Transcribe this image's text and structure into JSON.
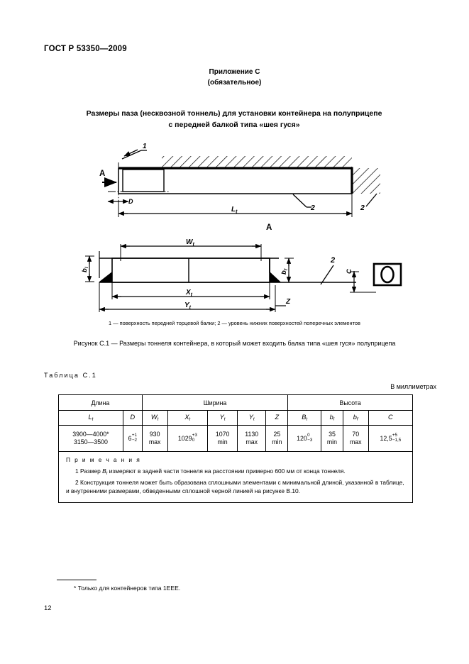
{
  "document": {
    "standard_header": "ГОСТ Р 53350—2009",
    "page_number": "12"
  },
  "annex": {
    "title": "Приложение С",
    "subtitle": "(обязательное)"
  },
  "figure": {
    "title_line1": "Размеры паза (несквозной тоннель) для установки контейнера на полуприцепе",
    "title_line2": "с передней балкой типа «шея гуся»",
    "legend": "1 — поверхность передней торцевой балки; 2 —  уровень нижних поверхностей поперечных элементов",
    "caption": "Рисунок С.1 — Размеры тоннеля контейнера, в который может входить балка типа «шея гуся» полуприцепа",
    "labels": {
      "callout_1": "1",
      "callout_2a": "2",
      "callout_2b": "2",
      "callout_2c": "2",
      "section_arrow": "A",
      "section_name": "A",
      "dim_D": "D",
      "dim_Lt": "L",
      "dim_Lt_sub": "t",
      "dim_Wt": "W",
      "dim_Wt_sub": "t",
      "dim_Xt": "X",
      "dim_Xt_sub": "t",
      "dim_Yt": "Y",
      "dim_Yt_sub": "t",
      "dim_Z": "Z",
      "dim_bl": "b",
      "dim_bl_sub": "l",
      "dim_bf": "b",
      "dim_bf_sub": "f",
      "dim_C": "C",
      "detail_glyph": "0"
    }
  },
  "table": {
    "label": "Таблица С.1",
    "units": "В миллиметрах",
    "groups": [
      {
        "label": "Длина",
        "span": 2
      },
      {
        "label": "Ширина",
        "span": 5
      },
      {
        "label": "Высота",
        "span": 4
      }
    ],
    "symbols": [
      {
        "base": "L",
        "sub": "t"
      },
      {
        "base": "D",
        "sub": ""
      },
      {
        "base": "W",
        "sub": "t"
      },
      {
        "base": "X",
        "sub": "t"
      },
      {
        "base": "Y",
        "sub": "t"
      },
      {
        "base": "Y",
        "sub": "t"
      },
      {
        "base": "Z",
        "sub": ""
      },
      {
        "base": "B",
        "sub": "t"
      },
      {
        "base": "b",
        "sub": "l"
      },
      {
        "base": "b",
        "sub": "f"
      },
      {
        "base": "C",
        "sub": ""
      }
    ],
    "data_row": [
      {
        "main": "3900—4000*",
        "main2": "3150—3500",
        "sup": "",
        "sub": "",
        "qual": ""
      },
      {
        "main": "6",
        "sup": "+1",
        "sub": "−2",
        "qual": ""
      },
      {
        "main": "930",
        "qual": "max"
      },
      {
        "main": "1029",
        "sup": "+3",
        "sub": "0",
        "qual": ""
      },
      {
        "main": "1070",
        "qual": "min"
      },
      {
        "main": "1130",
        "qual": "max"
      },
      {
        "main": "25",
        "qual": "min"
      },
      {
        "main": "120",
        "sup": "0",
        "sub": "−3",
        "qual": ""
      },
      {
        "main": "35",
        "qual": "min"
      },
      {
        "main": "70",
        "qual": "max"
      },
      {
        "main": "12,5",
        "sup": "+5",
        "sub": "−1,5",
        "qual": ""
      }
    ],
    "notes": {
      "title": "П р и м е ч а н и я",
      "note1_pre": "1  Размер ",
      "note1_sym": "B",
      "note1_sym_sub": "t",
      "note1_post": " измеряют в задней части тоннеля на расстоянии примерно 600 мм от конца тоннеля.",
      "note2": "2  Конструкция тоннеля может быть образована сплошными элементами с минимальной длиной, указанной в таблице, и внутренними размерами, обведенными сплошной черной линией на рисунке В.10."
    }
  },
  "footnote": {
    "text": "*  Только для контейнеров типа 1ЕЕЕ."
  },
  "colors": {
    "ink": "#000000",
    "paper": "#ffffff"
  }
}
